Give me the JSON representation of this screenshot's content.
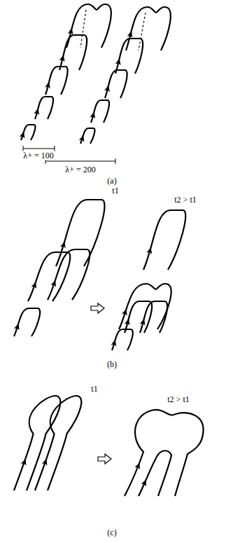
{
  "diagram": {
    "labels": [
      "λ+ = 100",
      "λ+ = 200",
      "(a)",
      "t1",
      "t2 > t1",
      "(b)",
      "t1",
      "t2 > t1",
      "(c)"
    ]
  }
}
